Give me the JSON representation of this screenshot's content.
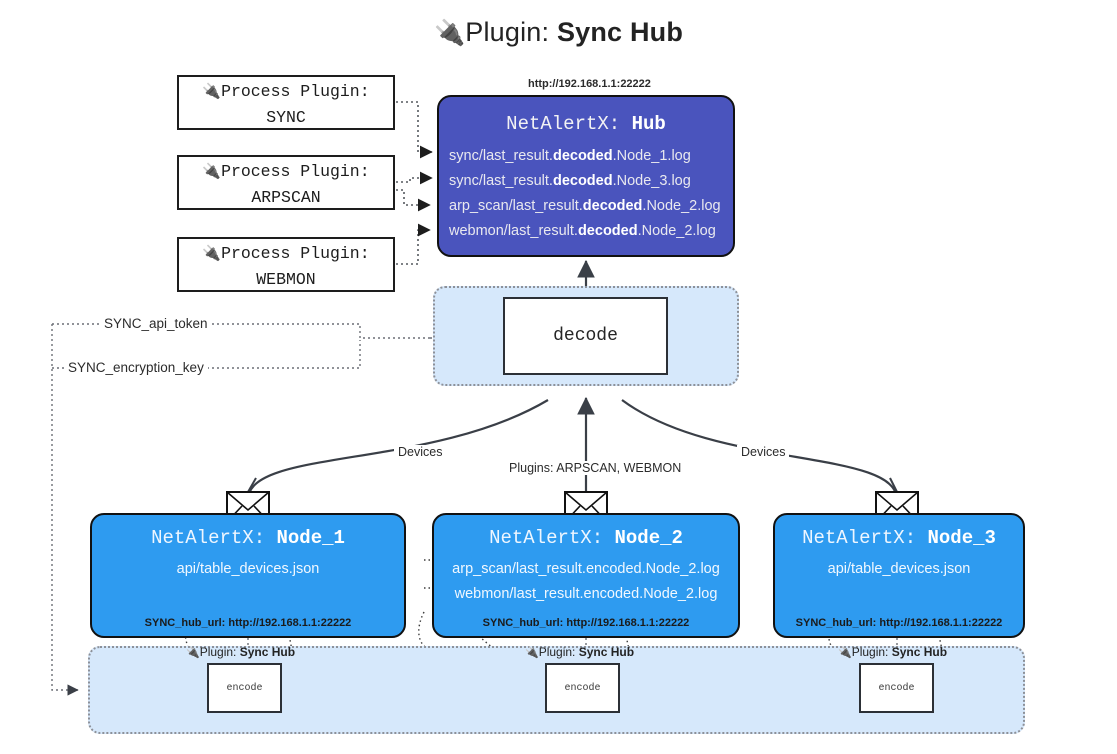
{
  "title": {
    "icon": "electric-plug-icon",
    "glyph": "🔌",
    "prefix": "Plugin: ",
    "name": "Sync Hub"
  },
  "process_plugins": [
    {
      "glyph": "🔌",
      "line1": "Process Plugin:",
      "line2": "SYNC"
    },
    {
      "glyph": "🔌",
      "line1": "Process Plugin:",
      "line2": "ARPSCAN"
    },
    {
      "glyph": "🔌",
      "line1": "Process Plugin:",
      "line2": "WEBMON"
    }
  ],
  "hub": {
    "url_label": "http://192.168.1.1:22222",
    "title_prefix": "NetAlertX: ",
    "title_name": "Hub",
    "color": "#4a54bd",
    "logs": [
      {
        "pre": "sync/last_result.",
        "mid": "decoded",
        "post": ".Node_1.log"
      },
      {
        "pre": "sync/last_result.",
        "mid": "decoded",
        "post": ".Node_3.log"
      },
      {
        "pre": "arp_scan/last_result.",
        "mid": "decoded",
        "post": ".Node_2.log"
      },
      {
        "pre": "webmon/last_result.",
        "mid": "decoded",
        "post": ".Node_2.log"
      }
    ]
  },
  "decode": {
    "label": "decode",
    "container_color": "#d6e8fb"
  },
  "keys": [
    {
      "label": "SYNC_api_token"
    },
    {
      "label": "SYNC_encryption_key"
    }
  ],
  "edge_labels": [
    {
      "label": "Devices"
    },
    {
      "label": "Plugins: ARPSCAN, WEBMON"
    },
    {
      "label": "Devices"
    }
  ],
  "nodes": [
    {
      "title_prefix": "NetAlertX: ",
      "title_name": "Node_1",
      "color": "#2e9bf0",
      "lines": [
        "api/table_devices.json"
      ],
      "footer": "SYNC_hub_url: http://192.168.1.1:22222",
      "envelope": "envelope-icon"
    },
    {
      "title_prefix": "NetAlertX: ",
      "title_name": "Node_2",
      "color": "#2e9bf0",
      "lines": [
        "arp_scan/last_result.encoded.Node_2.log",
        "webmon/last_result.encoded.Node_2.log"
      ],
      "footer": "SYNC_hub_url: http://192.168.1.1:22222",
      "envelope": "envelope-icon"
    },
    {
      "title_prefix": "NetAlertX: ",
      "title_name": "Node_3",
      "color": "#2e9bf0",
      "lines": [
        "api/table_devices.json"
      ],
      "footer": "SYNC_hub_url: http://192.168.1.1:22222",
      "envelope": "envelope-icon"
    }
  ],
  "encoders": [
    {
      "glyph": "🔌",
      "prefix": "Plugin: ",
      "name": "Sync Hub",
      "box_label": "encode"
    },
    {
      "glyph": "🔌",
      "prefix": "Plugin: ",
      "name": "Sync Hub",
      "box_label": "encode"
    },
    {
      "glyph": "🔌",
      "prefix": "Plugin: ",
      "name": "Sync Hub",
      "box_label": "encode"
    }
  ]
}
